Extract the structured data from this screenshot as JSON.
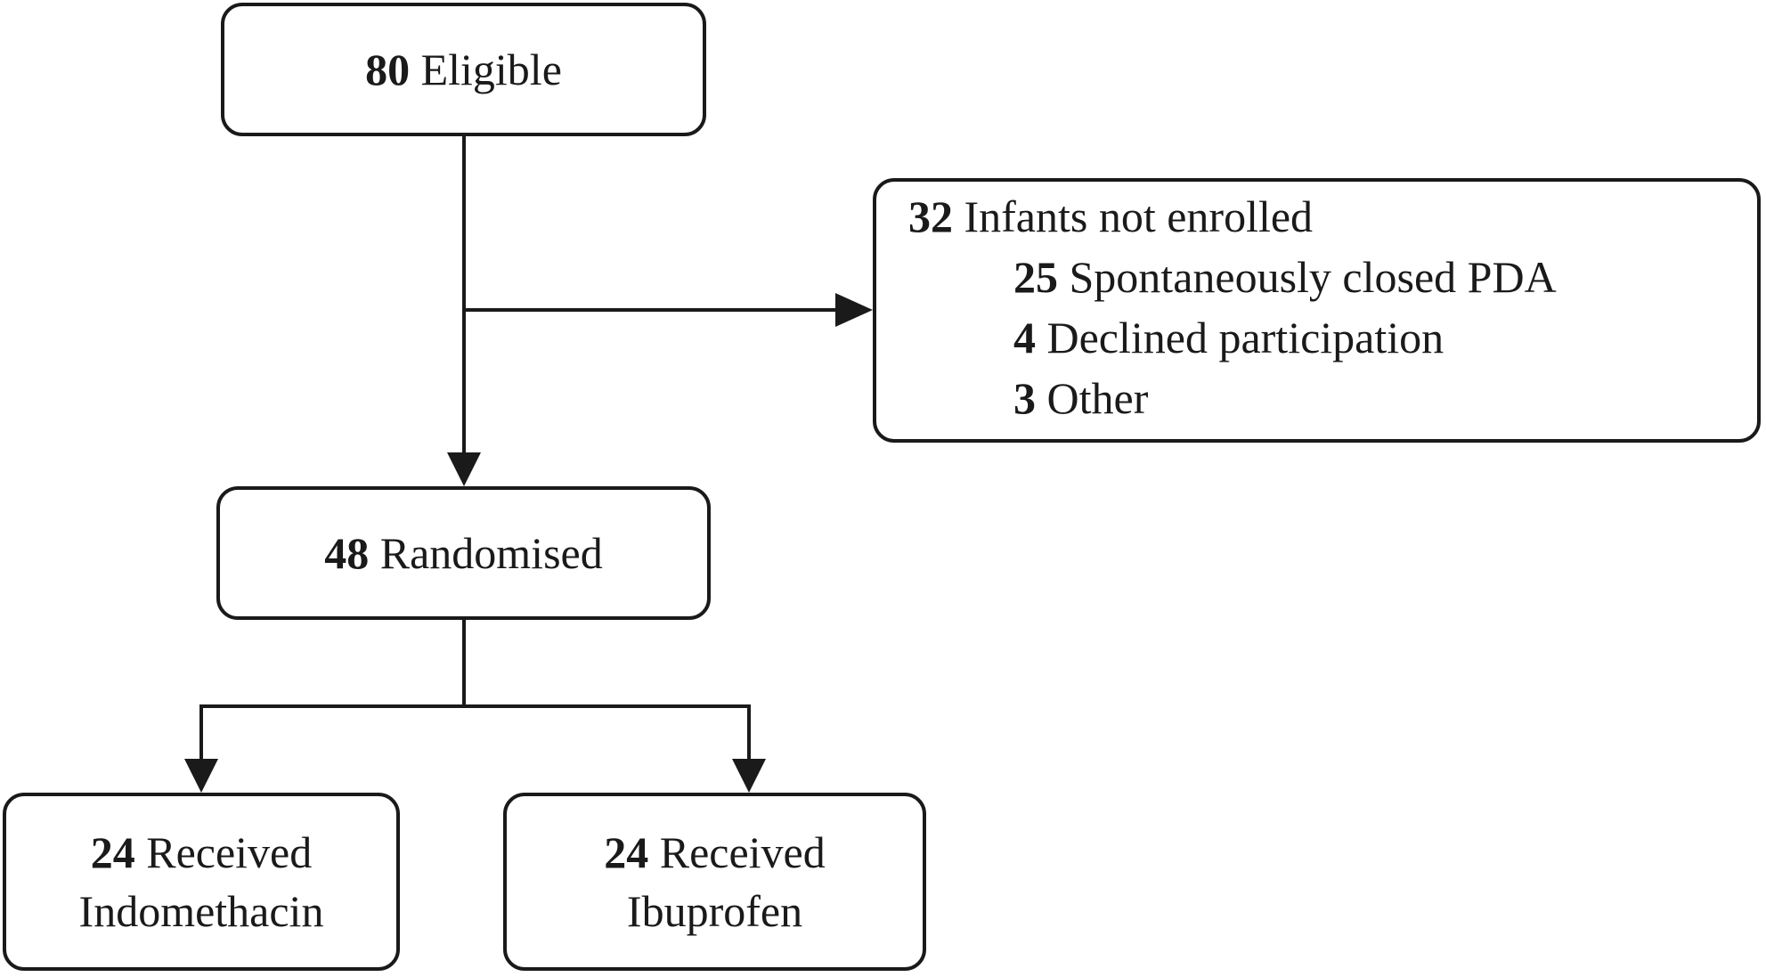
{
  "nodes": {
    "eligible": {
      "count": "80",
      "label": " Eligible"
    },
    "not_enrolled": {
      "count": "32",
      "label": " Infants not enrolled",
      "reasons": [
        {
          "count": "25",
          "label": " Spontaneously closed PDA"
        },
        {
          "count": "4",
          "label": " Declined participation"
        },
        {
          "count": "3",
          "label": " Other"
        }
      ]
    },
    "randomised": {
      "count": "48",
      "label": " Randomised"
    },
    "indomethacin": {
      "count": "24",
      "label_line1": " Received",
      "label_line2": "Indomethacin"
    },
    "ibuprofen": {
      "count": "24",
      "label_line1": " Received",
      "label_line2": "Ibuprofen"
    }
  },
  "colors": {
    "stroke": "#1a1a1a",
    "background": "#ffffff"
  }
}
